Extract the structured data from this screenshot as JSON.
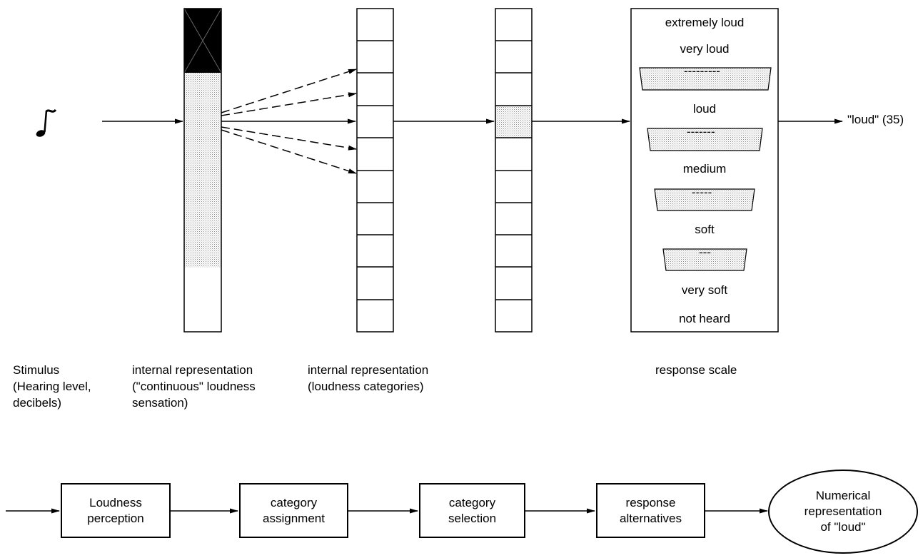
{
  "stimulus_icon": "music-note-icon",
  "labels": {
    "stimulus": "Stimulus\n(Hearing level,\ndecibels)",
    "internal_continuous": "internal representation\n(\"continuous\" loudness\nsensation)",
    "internal_categories": "internal representation\n(loudness categories)",
    "response_scale": "response scale"
  },
  "response_scale_words": [
    "extremely loud",
    "very loud",
    "loud",
    "medium",
    "soft",
    "very soft",
    "not heard"
  ],
  "response_scale_dashes": [
    "---------",
    "-------",
    "-----",
    "---"
  ],
  "output": "\"loud\" (35)",
  "flow": {
    "steps": [
      "Loudness\nperception",
      "category\nassignment",
      "category\nselection",
      "response\nalternatives"
    ],
    "result": "Numerical\nrepresentation\nof \"loud\""
  }
}
